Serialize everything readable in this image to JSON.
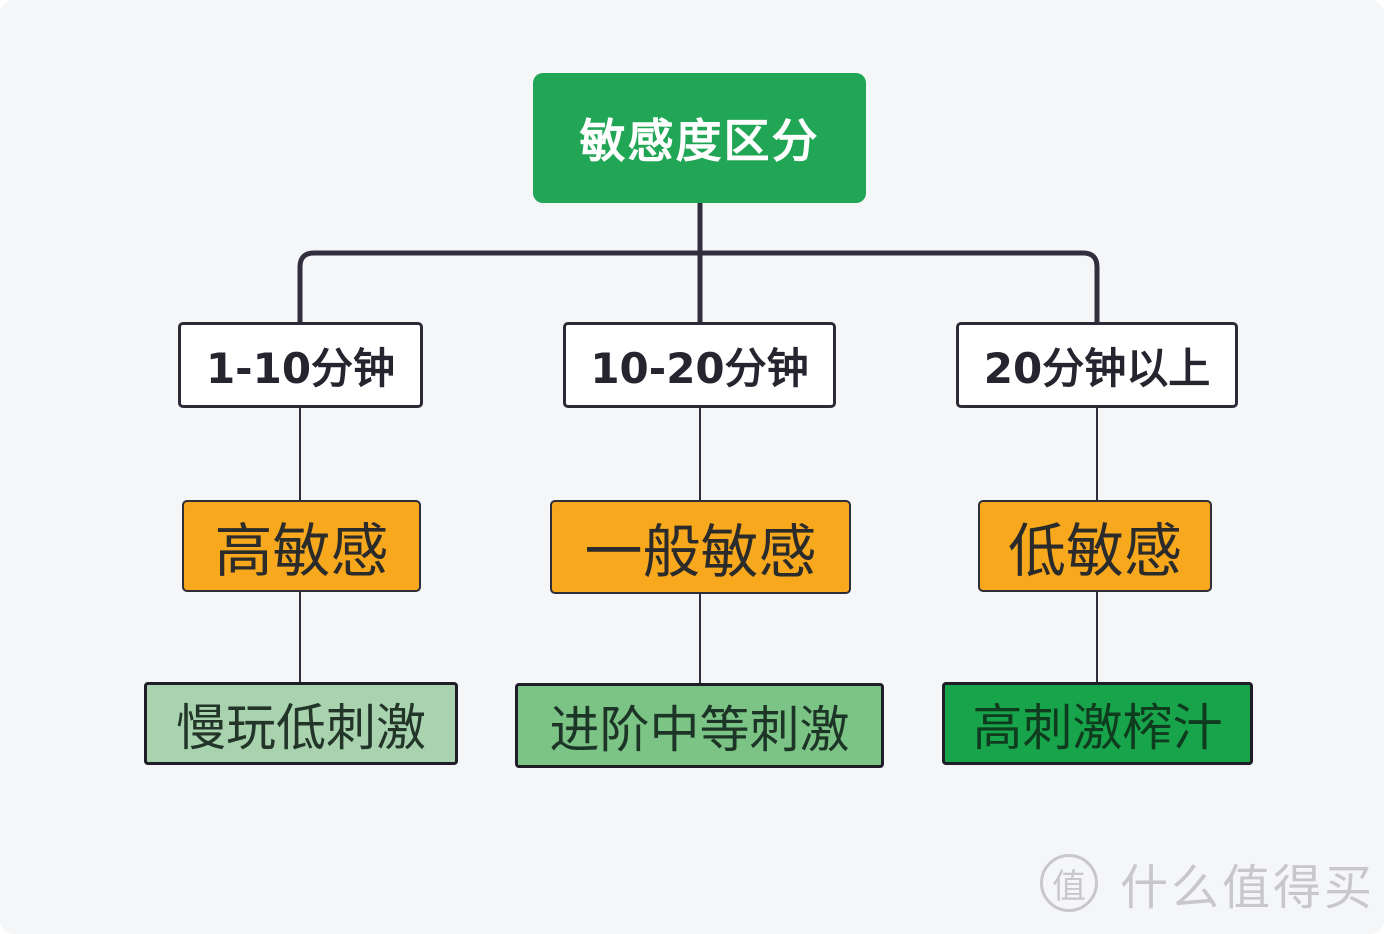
{
  "diagram": {
    "root": {
      "label": "敏感度区分",
      "color": "#21a655"
    },
    "columns": [
      {
        "time": "1-10分钟",
        "sensitivity": "高敏感",
        "sensitivity_color": "#f7a81c",
        "action": "慢玩低刺激",
        "action_color": "#a9d3af"
      },
      {
        "time": "10-20分钟",
        "sensitivity": "一般敏感",
        "sensitivity_color": "#f7a81c",
        "action": "进阶中等刺激",
        "action_color": "#7cc386"
      },
      {
        "time": "20分钟以上",
        "sensitivity": "低敏感",
        "sensitivity_color": "#f7a81c",
        "action": "高刺激榨汁",
        "action_color": "#17a44a"
      }
    ],
    "connector_color": "#312f3e"
  },
  "watermark": {
    "logo_char": "值",
    "text": "什么值得买"
  }
}
